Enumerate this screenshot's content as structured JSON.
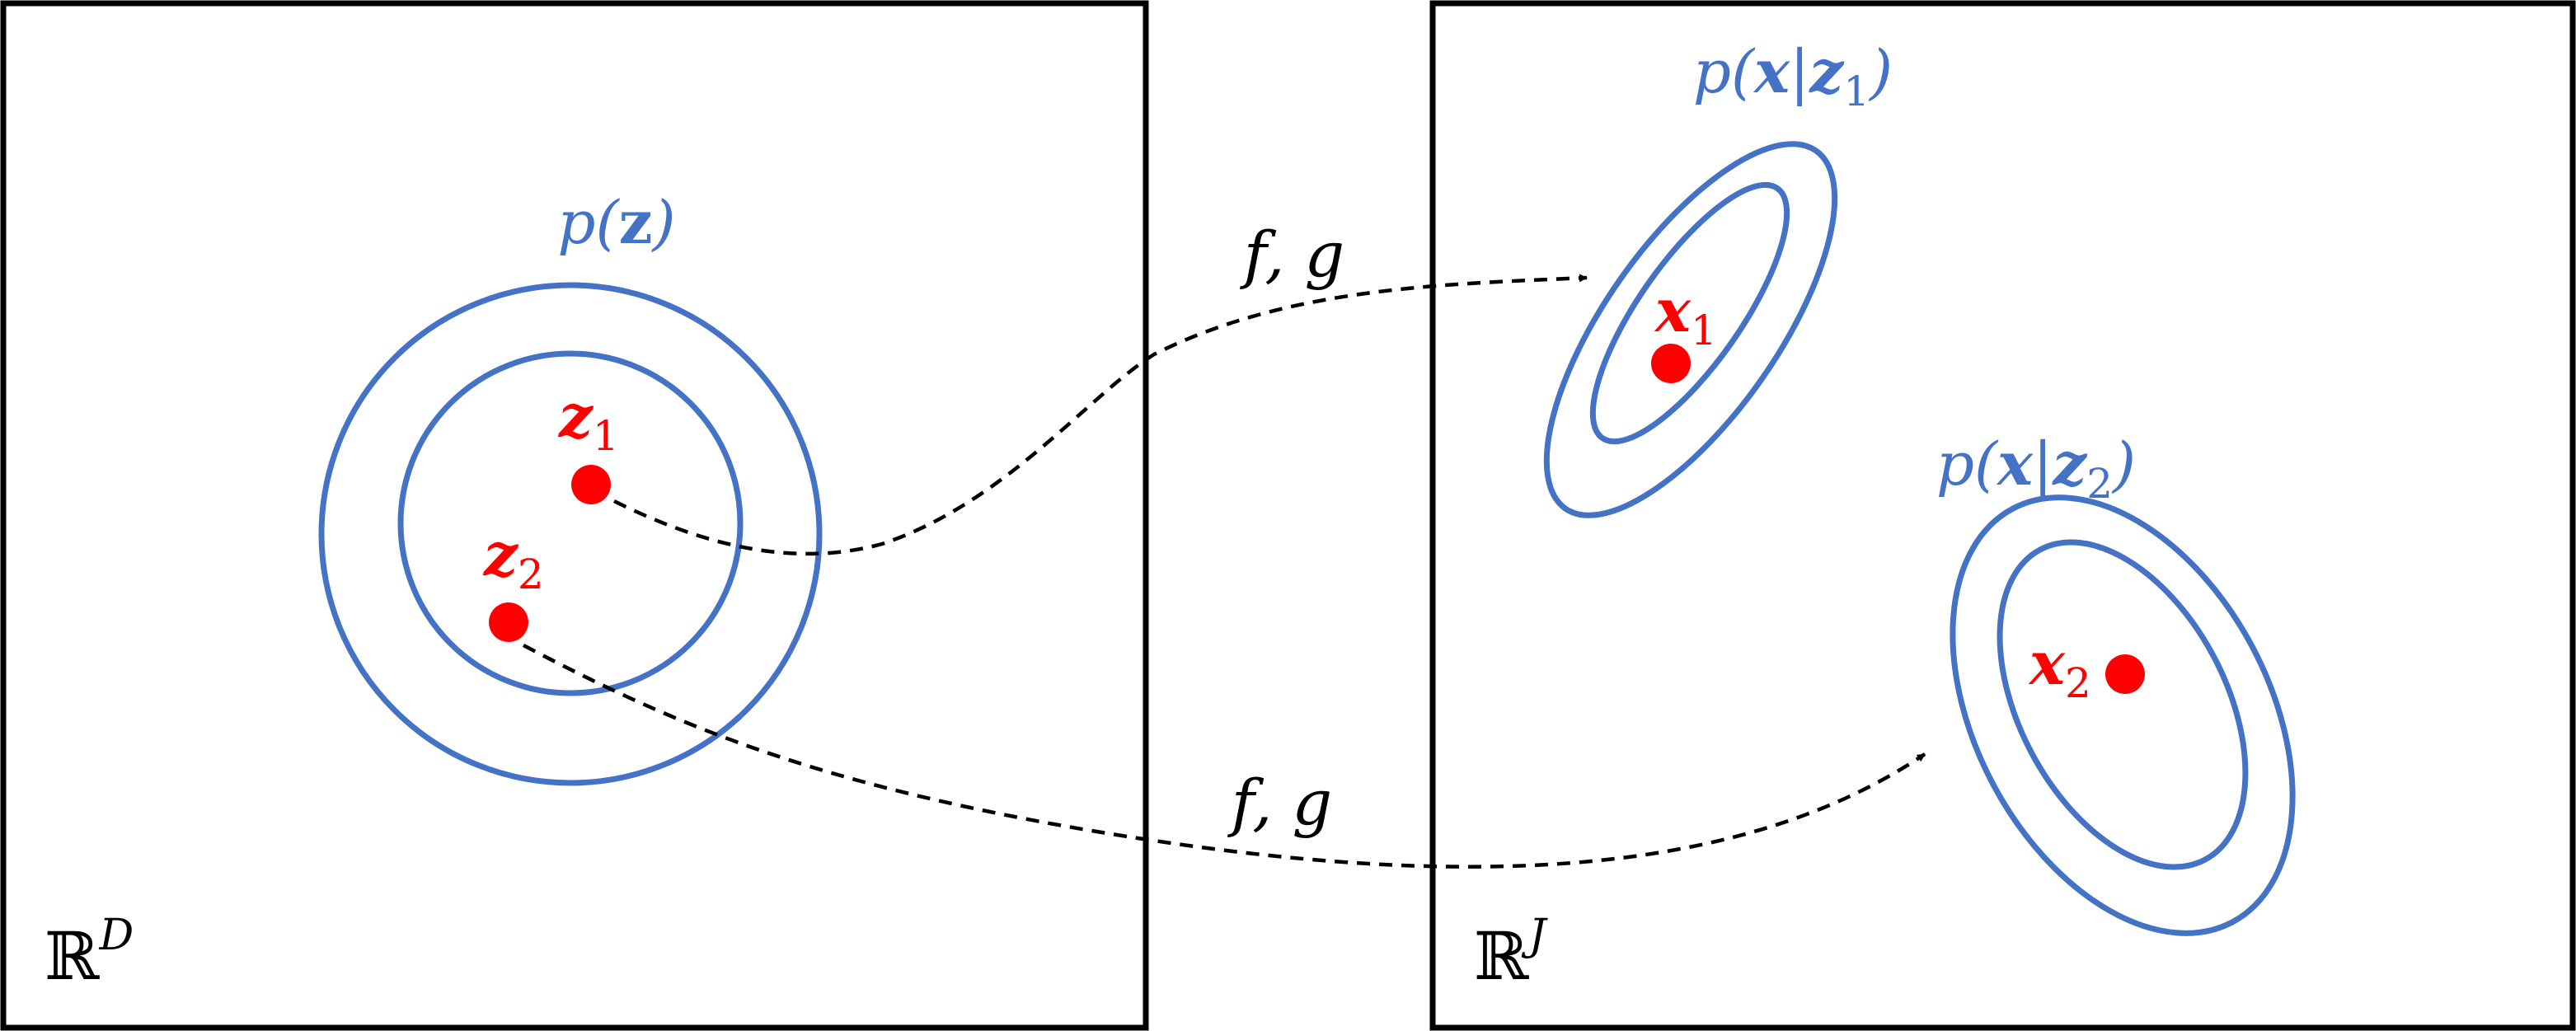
{
  "colors": {
    "frame": "#000000",
    "density": "#4472C4",
    "point": "#FF0000",
    "arrow": "#000000"
  },
  "left_space": {
    "label": {
      "base": "ℝ",
      "sup": "D"
    },
    "density_label": {
      "pre": "p(",
      "var": "z",
      "post": ")"
    },
    "points": [
      {
        "var": "z",
        "sub": "1"
      },
      {
        "var": "z",
        "sub": "2"
      }
    ]
  },
  "right_space": {
    "label": {
      "base": "ℝ",
      "sup": "J"
    },
    "densities": [
      {
        "pre": "p(",
        "var": "x",
        "bar": "|",
        "cond": "z",
        "sub": "1",
        "post": ")"
      },
      {
        "pre": "p(",
        "var": "x",
        "bar": "|",
        "cond": "z",
        "sub": "2",
        "post": ")"
      }
    ],
    "points": [
      {
        "var": "x",
        "sub": "1"
      },
      {
        "var": "x",
        "sub": "2"
      }
    ]
  },
  "mappings": [
    {
      "label": "f, g"
    },
    {
      "label": "f, g"
    }
  ]
}
